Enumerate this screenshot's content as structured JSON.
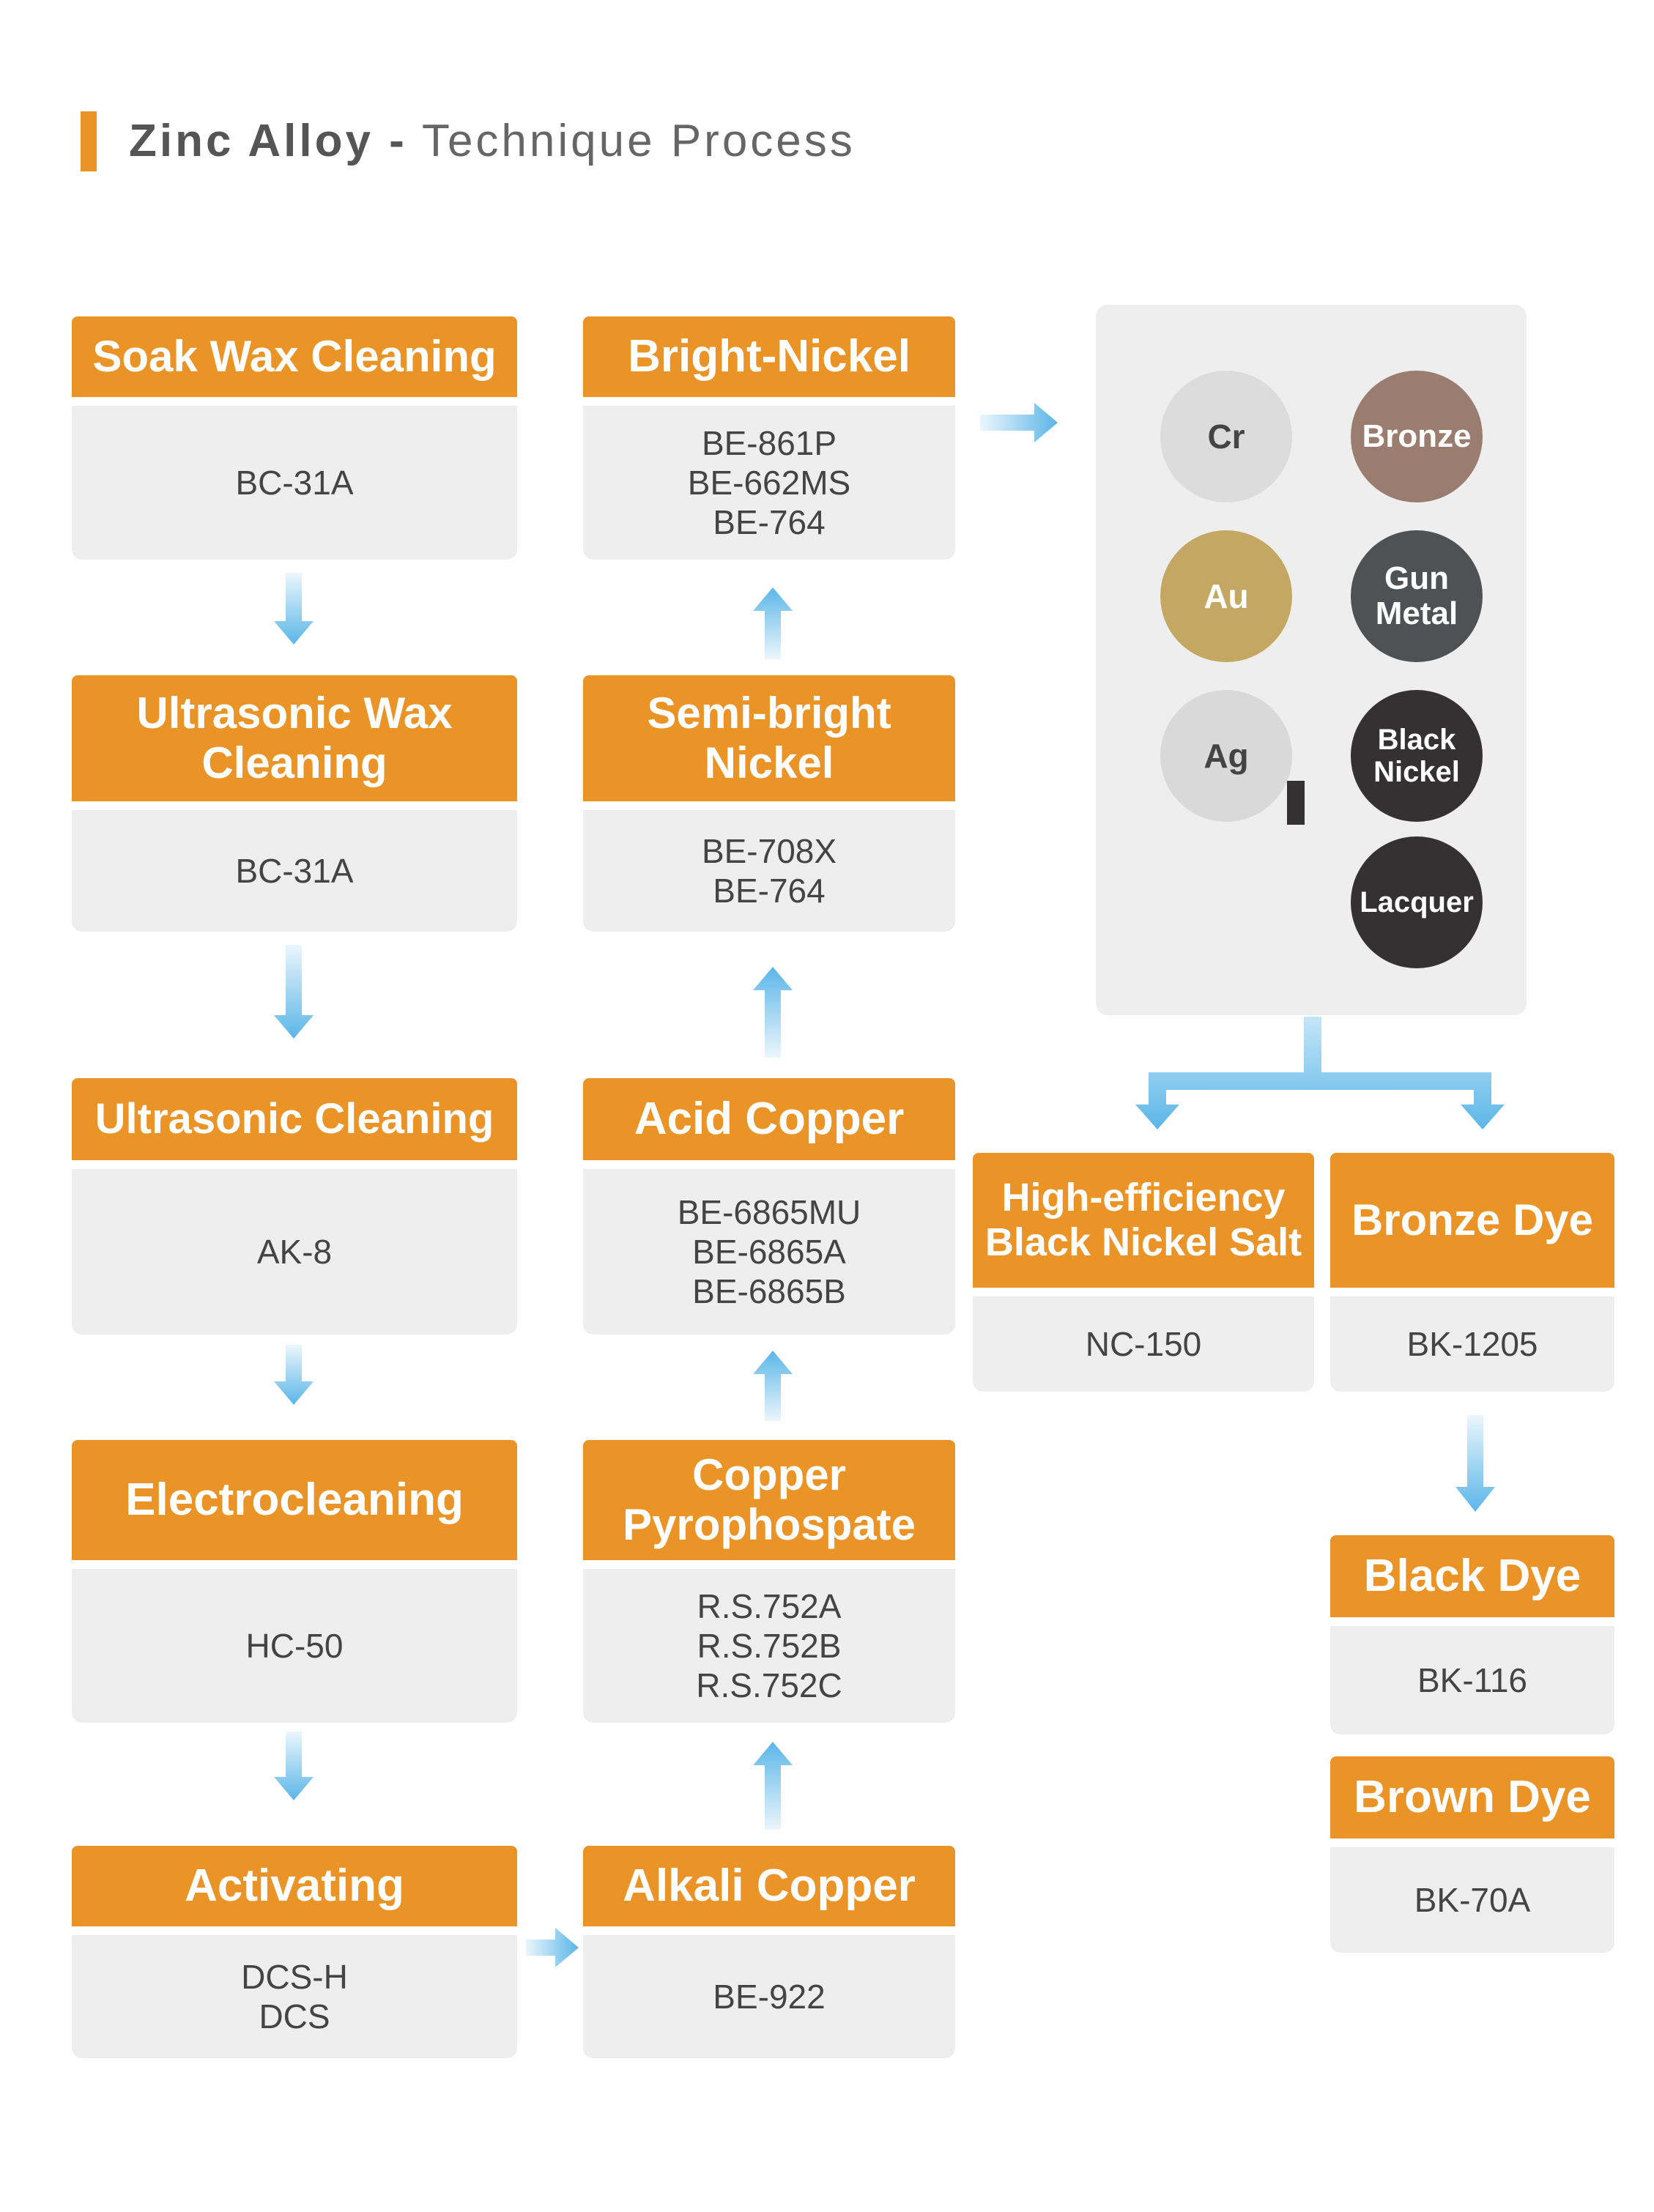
{
  "title": {
    "bold": "Zinc Alloy -",
    "light": "Technique Process"
  },
  "colors": {
    "header": "#ea9427",
    "body": "#eeeeee",
    "arrow": "#5bb6e8"
  },
  "column1": [
    {
      "name": "Soak Wax Cleaning",
      "products": [
        "BC-31A"
      ]
    },
    {
      "name": "Ultrasonic Wax Cleaning",
      "products": [
        "BC-31A"
      ]
    },
    {
      "name": "Ultrasonic Cleaning",
      "products": [
        "AK-8"
      ]
    },
    {
      "name": "Electrocleaning",
      "products": [
        "HC-50"
      ]
    },
    {
      "name": "Activating",
      "products": [
        "DCS-H",
        "DCS"
      ]
    }
  ],
  "column2": [
    {
      "name": "Alkali Copper",
      "products": [
        "BE-922"
      ]
    },
    {
      "name": "Copper Pyrophospate",
      "products": [
        "R.S.752A",
        "R.S.752B",
        "R.S.752C"
      ]
    },
    {
      "name": "Acid Copper",
      "products": [
        "BE-6865MU",
        "BE-6865A",
        "BE-6865B"
      ]
    },
    {
      "name": "Semi-bright Nickel",
      "products": [
        "BE-708X",
        "BE-764"
      ]
    },
    {
      "name": "Bright-Nickel",
      "products": [
        "BE-861P",
        "BE-662MS",
        "BE-764"
      ]
    }
  ],
  "finishes": [
    {
      "label": "Cr",
      "color": "#dcdcdc",
      "text_color": "#444444"
    },
    {
      "label": "Bronze",
      "color": "#9a7d6e",
      "text_color": "#ffffff"
    },
    {
      "label": "Au",
      "color": "#c3a763",
      "text_color": "#ffffff"
    },
    {
      "label": "Gun Metal",
      "color": "#4e5254",
      "text_color": "#ffffff"
    },
    {
      "label": "Ag",
      "color": "#d9d9d9",
      "text_color": "#444444"
    },
    {
      "label": "Black Nickel",
      "color": "#333131",
      "text_color": "#ffffff"
    },
    {
      "label": "Lacquer",
      "color": "#333131",
      "text_color": "#ffffff"
    }
  ],
  "column3": [
    {
      "name": "High-efficiency Black Nickel Salt",
      "products": [
        "NC-150"
      ]
    },
    {
      "name": "Bronze Dye",
      "products": [
        "BK-1205"
      ]
    },
    {
      "name": "Black Dye",
      "products": [
        "BK-116"
      ]
    },
    {
      "name": "Brown Dye",
      "products": [
        "BK-70A"
      ]
    }
  ]
}
